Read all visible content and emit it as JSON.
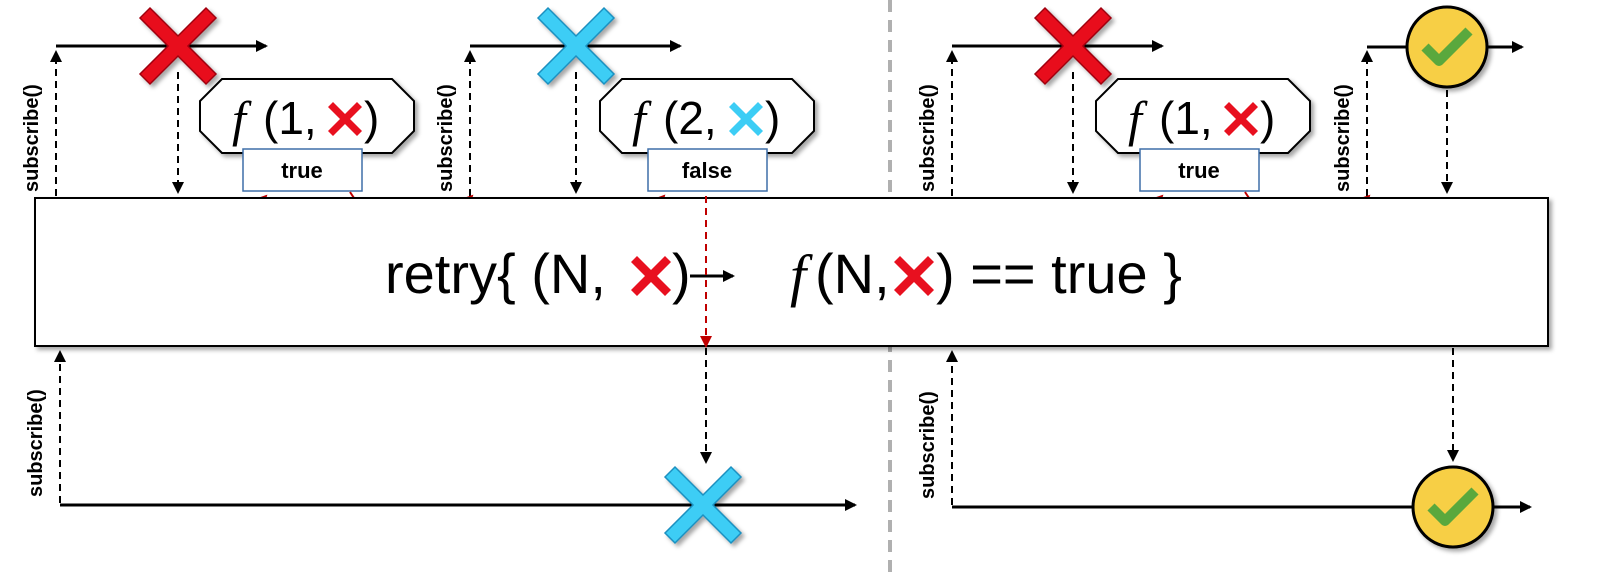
{
  "subscribe_label": "subscribe()",
  "operator": {
    "prefix": "retry{ (N,",
    "close_paren": ")",
    "f_symbol": "f",
    "predicate_open": "(N,",
    "predicate_close": ") == true }"
  },
  "predicates": [
    {
      "f": "f",
      "open": "(1,",
      "close": ")",
      "error_color": "#e8101f",
      "result": "true"
    },
    {
      "f": "f",
      "open": "(2,",
      "close": ")",
      "error_color": "#3ccdf5",
      "result": "false"
    },
    {
      "f": "f",
      "open": "(1,",
      "close": ")",
      "error_color": "#e8101f",
      "result": "true"
    }
  ],
  "colors": {
    "red_error": "#e8101f",
    "blue_error": "#3ccdf5",
    "success_fill": "#f7cf45",
    "check_green": "#5aa83c",
    "retry_arrow": "#c00000",
    "result_box_border": "#3f6fa8",
    "divider": "#b0b0b0"
  }
}
